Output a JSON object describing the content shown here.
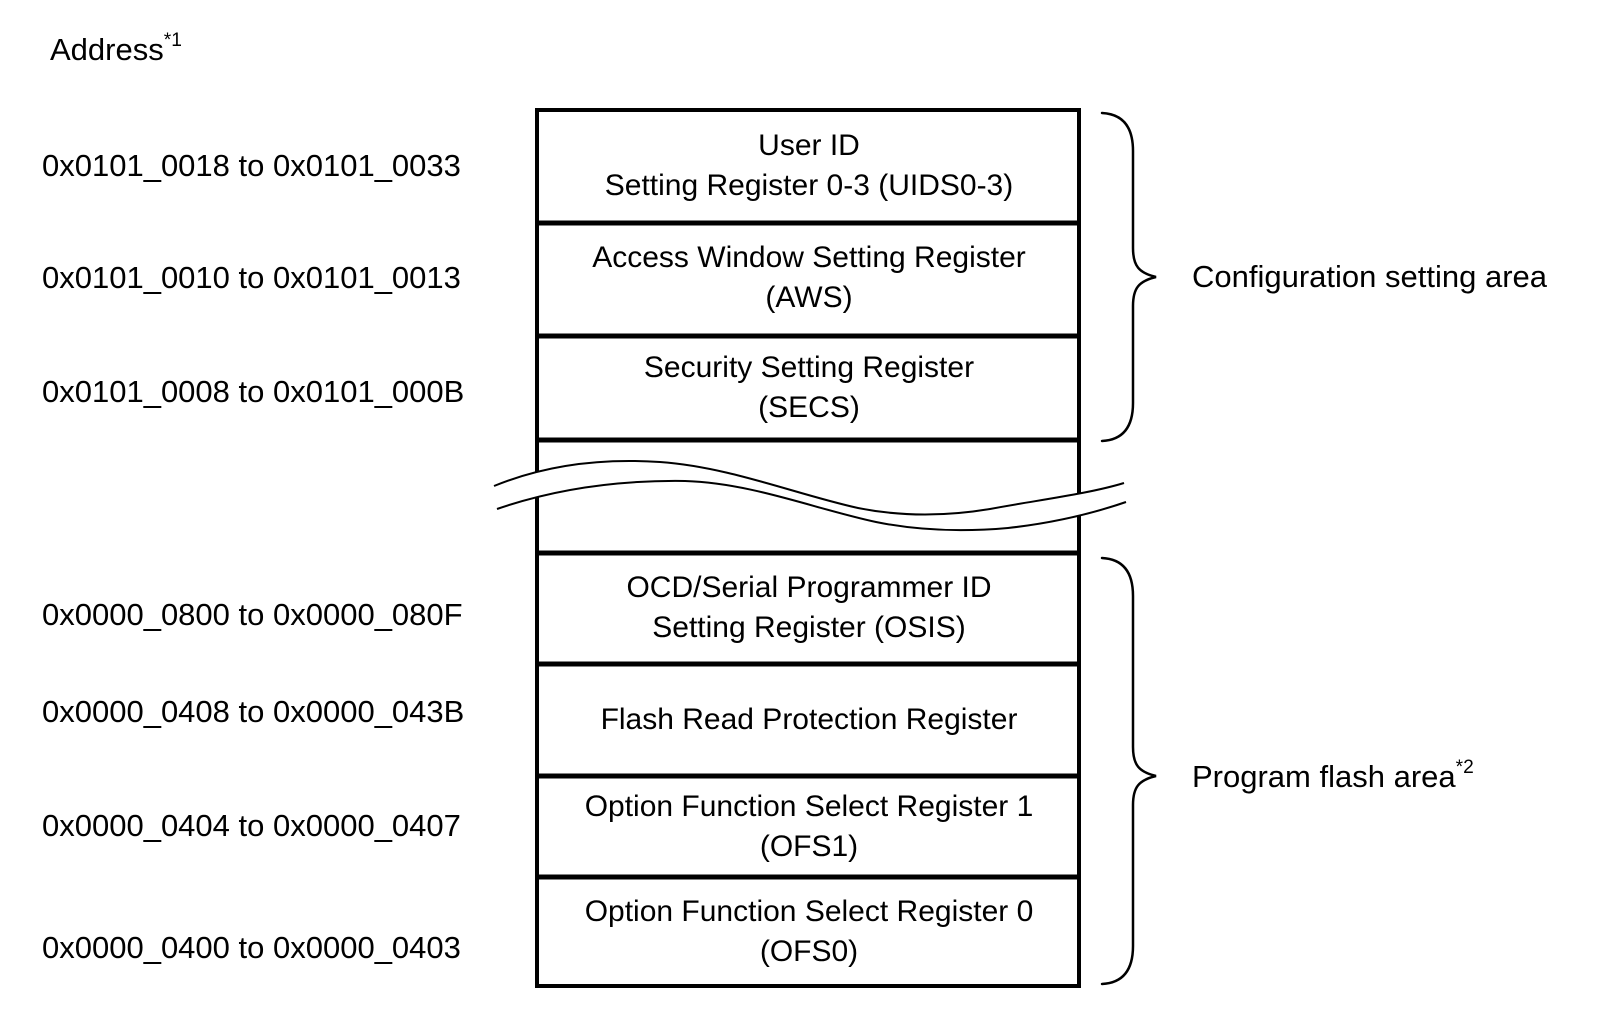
{
  "title": {
    "text": "Address",
    "superscript": "*1"
  },
  "memory_map": {
    "blocks": [
      {
        "address": "0x0101_0018 to 0x0101_0033",
        "name_line1": "User ID",
        "name_line2": "Setting Register 0-3 (UIDS0-3)"
      },
      {
        "address": "0x0101_0010 to 0x0101_0013",
        "name_line1": "Access Window Setting Register",
        "name_line2": "(AWS)"
      },
      {
        "address": "0x0101_0008 to 0x0101_000B",
        "name_line1": "Security Setting Register",
        "name_line2": "(SECS)"
      },
      {
        "address": "0x0000_0800 to 0x0000_080F",
        "name_line1": "OCD/Serial Programmer ID",
        "name_line2": "Setting Register (OSIS)"
      },
      {
        "address": "0x0000_0408 to 0x0000_043B",
        "name_line1": "Flash Read Protection Register",
        "name_line2": ""
      },
      {
        "address": "0x0000_0404 to 0x0000_0407",
        "name_line1": "Option Function Select Register 1",
        "name_line2": "(OFS1)"
      },
      {
        "address": "0x0000_0400 to 0x0000_0403",
        "name_line1": "Option Function Select Register 0",
        "name_line2": "(OFS0)"
      }
    ],
    "areas": [
      {
        "label": "Configuration setting area",
        "superscript": ""
      },
      {
        "label": "Program flash area",
        "superscript": "*2"
      }
    ],
    "colors": {
      "line": "#000000",
      "background": "#ffffff",
      "text": "#000000"
    }
  }
}
